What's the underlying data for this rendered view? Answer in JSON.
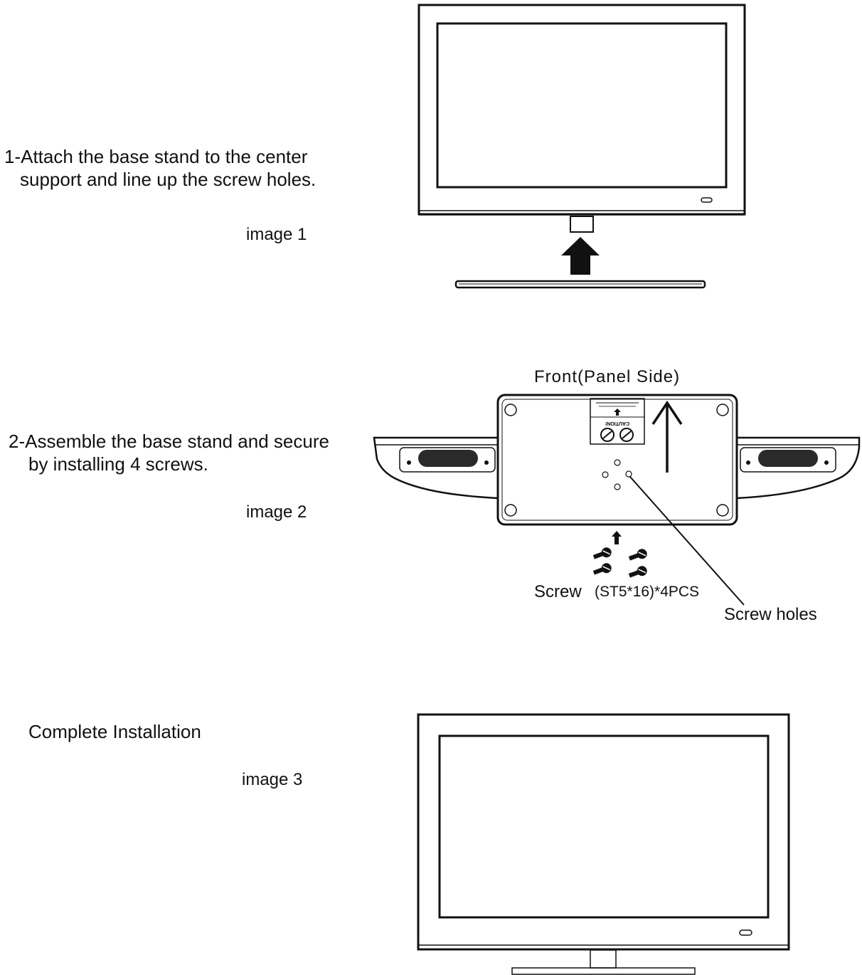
{
  "steps": [
    {
      "lines": [
        "1-Attach the base stand to the center",
        "support and line up the screw holes."
      ],
      "caption": "image 1"
    },
    {
      "lines": [
        "2-Assemble the base stand and secure",
        "by installing 4 screws."
      ],
      "caption": "image 2",
      "labels": {
        "front": "Front(Panel Side)",
        "screw_word": "Screw",
        "screw_spec": "(ST5*16)*4PCS",
        "screw_holes": "Screw holes",
        "sticker_title": "CAUTION!"
      }
    },
    {
      "title": "Complete Installation",
      "caption": "image 3"
    }
  ],
  "colors": {
    "ink": "#111111",
    "speaker_grille": "#2a2a2a"
  }
}
